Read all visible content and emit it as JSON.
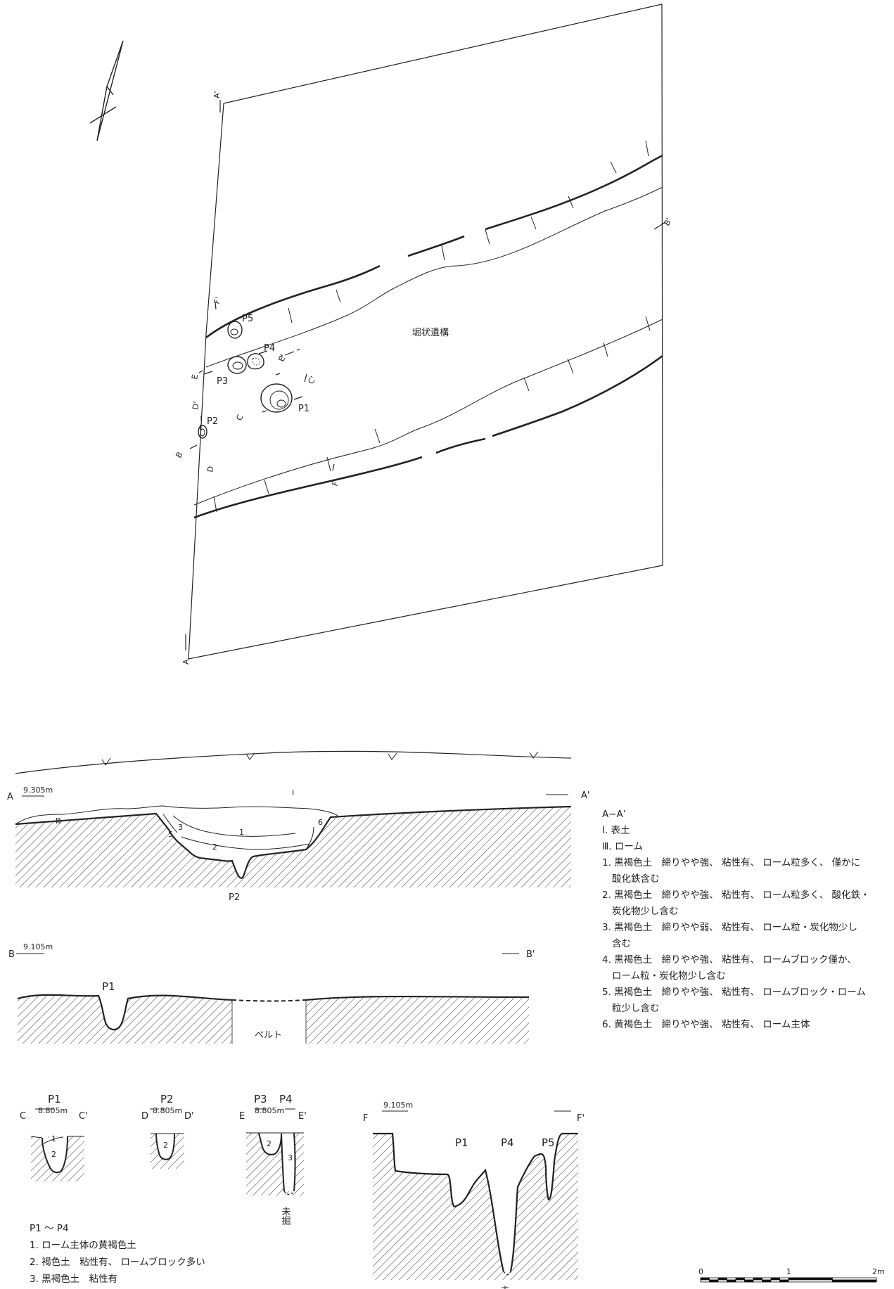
{
  "plan": {
    "feature_label": "堀状遺構",
    "pits": [
      "P1",
      "P2",
      "P3",
      "P4",
      "P5"
    ],
    "section_points": {
      "A": "A",
      "A_prime": "A'",
      "B": "B",
      "B_prime": "B'",
      "C": "C",
      "C_prime": "C'",
      "D": "D",
      "D_prime": "D'",
      "E": "E",
      "E_prime": "E'",
      "F": "F",
      "F_prime": "F'"
    }
  },
  "section_AA": {
    "start": "A",
    "end": "A'",
    "elevation": "9.305m",
    "layers_on_drawing": [
      "Ⅰ",
      "Ⅲ",
      "1",
      "2",
      "3",
      "5",
      "6"
    ],
    "pit_label": "P2"
  },
  "section_BB": {
    "start": "B",
    "end": "B'",
    "elevation": "9.105m",
    "pit_label": "P1",
    "belt_label": "ベルト"
  },
  "section_pits": {
    "p1": {
      "title": "P1",
      "start": "C",
      "end": "C'",
      "elevation": "8.805m",
      "layers": [
        "1",
        "2"
      ]
    },
    "p2": {
      "title": "P2",
      "start": "D",
      "end": "D'",
      "elevation": "8.805m",
      "layers": [
        "2"
      ]
    },
    "p34": {
      "title_a": "P3",
      "title_b": "P4",
      "start": "E",
      "end": "E'",
      "elevation": "8.805m",
      "layers": [
        "2",
        "3"
      ],
      "note": "未掘"
    }
  },
  "section_FF": {
    "start": "F",
    "end": "F'",
    "elevation": "9.105m",
    "pits": [
      "P1",
      "P4",
      "P5"
    ],
    "note": "未掘"
  },
  "legend_AA": {
    "title": "A−A’",
    "items": [
      "Ⅰ. 表土",
      "Ⅲ. ローム",
      "1. 黒褐色土　締りやや強、 粘性有、 ローム粒多く、 僅かに",
      "酸化鉄含む",
      "2. 黒褐色土　締りやや強、 粘性有、 ローム粒多く、 酸化鉄・",
      "炭化物少し含む",
      "3. 黒褐色土　締りやや弱、 粘性有、 ローム粒・炭化物少し",
      "含む",
      "4. 黒褐色土　締りやや強、 粘性有、 ロームブロック僅か、",
      "ローム粒・炭化物少し含む",
      "5. 黒褐色土　締りやや強、 粘性有、 ロームブロック・ローム",
      "粒少し含む",
      "6. 黄褐色土　締りやや強、 粘性有、 ローム主体"
    ]
  },
  "legend_pits": {
    "title": "P1 ～ P4",
    "items": [
      "1. ローム主体の黄褐色土",
      "2. 褐色土　粘性有、 ロームブロック多い",
      "3. 黒褐色土　粘性有"
    ]
  },
  "scale_bar": {
    "labels": [
      "0",
      "1",
      "2m"
    ]
  }
}
